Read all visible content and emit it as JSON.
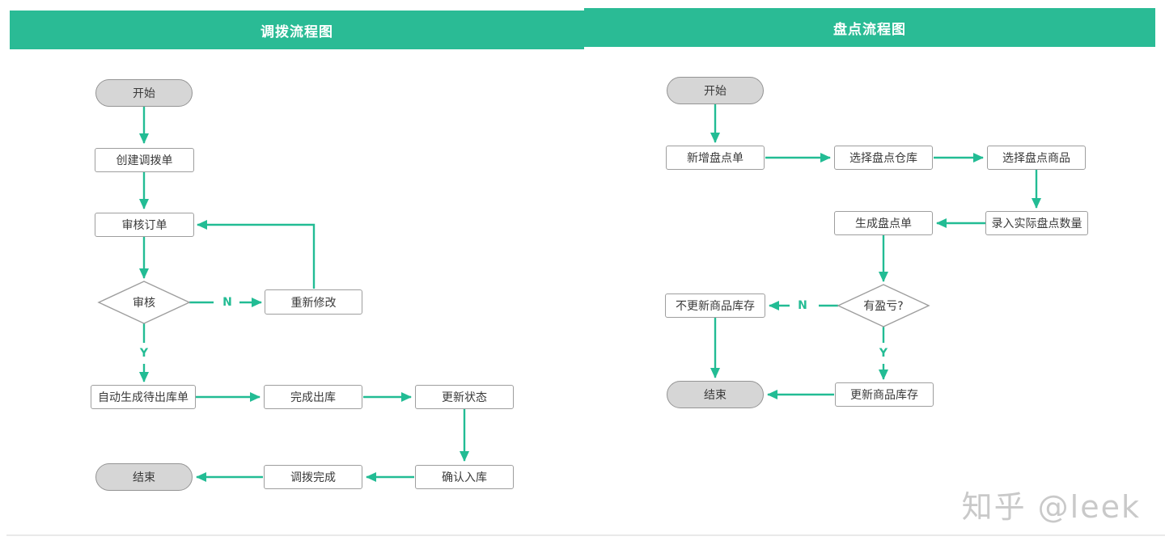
{
  "page": {
    "watermark": "知乎 @leek"
  },
  "colors": {
    "accent_teal": "#2abb95",
    "arrow_teal": "#22bc94",
    "node_border_gray": "#9e9e9e",
    "terminal_fill_gray": "#d6d6d6",
    "watermark_gray": "#c9c9c9"
  },
  "charts": [
    {
      "title": "调拨流程图",
      "nodes": {
        "start": "开始",
        "create_order": "创建调拨单",
        "review_order": "审核订单",
        "review_decision": "审核",
        "modify": "重新修改",
        "auto_outbound": "自动生成待出库单",
        "complete_outbound": "完成出库",
        "update_status": "更新状态",
        "confirm_inbound": "确认入库",
        "transfer_done": "调拨完成",
        "end": "结束"
      },
      "edge_labels": {
        "no": "N",
        "yes": "Y"
      }
    },
    {
      "title": "盘点流程图",
      "nodes": {
        "start": "开始",
        "new_count": "新增盘点单",
        "select_warehouse": "选择盘点仓库",
        "select_products": "选择盘点商品",
        "enter_quantity": "录入实际盘点数量",
        "generate_count": "生成盘点单",
        "profit_loss_decision": "有盈亏?",
        "no_update_stock": "不更新商品库存",
        "update_stock": "更新商品库存",
        "end": "结束"
      },
      "edge_labels": {
        "no": "N",
        "yes": "Y"
      }
    }
  ]
}
